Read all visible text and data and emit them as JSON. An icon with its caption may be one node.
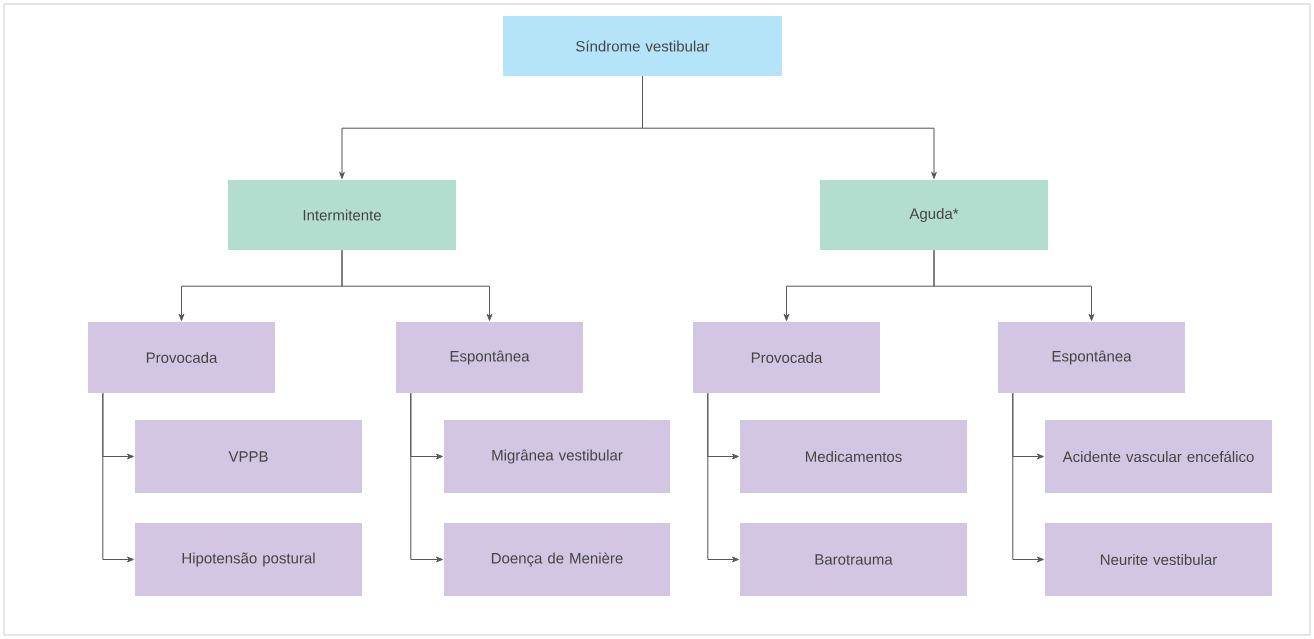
{
  "diagram": {
    "nodes": [
      {
        "text": [
          "Síndrome vestibular"
        ]
      },
      {
        "text": [
          "Intermitente"
        ]
      },
      {
        "text": [
          "Aguda*"
        ]
      },
      {
        "text": [
          "Provocada"
        ]
      },
      {
        "text": [
          "Espontânea"
        ]
      },
      {
        "text": [
          "Provocada"
        ]
      },
      {
        "text": [
          "Espontânea"
        ]
      },
      {
        "text": [
          "VPPB"
        ]
      },
      {
        "text": [
          "Migrânea vestibular"
        ]
      },
      {
        "text": [
          "Medicamentos"
        ]
      },
      {
        "text": [
          "Acidente vascular encefálico"
        ]
      },
      {
        "text": [
          "Hipotensão postural"
        ]
      },
      {
        "text": [
          "Doença de Menière"
        ]
      },
      {
        "text": [
          "Barotrauma"
        ]
      },
      {
        "text": [
          "Neurite vestibular"
        ]
      }
    ],
    "edges": [
      {
        "from": 0,
        "to": 1,
        "arrow": "to"
      },
      {
        "from": 0,
        "to": 2,
        "arrow": "to"
      },
      {
        "from": 1,
        "to": 3,
        "arrow": "to"
      },
      {
        "from": 1,
        "to": 4,
        "arrow": "to"
      },
      {
        "from": 2,
        "to": 5,
        "arrow": "to"
      },
      {
        "from": 2,
        "to": 6,
        "arrow": "to"
      },
      {
        "from": 3,
        "to": 7,
        "arrow": "to"
      },
      {
        "from": 3,
        "to": 11,
        "arrow": "to"
      },
      {
        "from": 4,
        "to": 8,
        "arrow": "to"
      },
      {
        "from": 4,
        "to": 12,
        "arrow": "to"
      },
      {
        "from": 5,
        "to": 9,
        "arrow": "to"
      },
      {
        "from": 5,
        "to": 13,
        "arrow": "to"
      },
      {
        "from": 6,
        "to": 10,
        "arrow": "to"
      },
      {
        "from": 6,
        "to": 14,
        "arrow": "to"
      }
    ]
  }
}
